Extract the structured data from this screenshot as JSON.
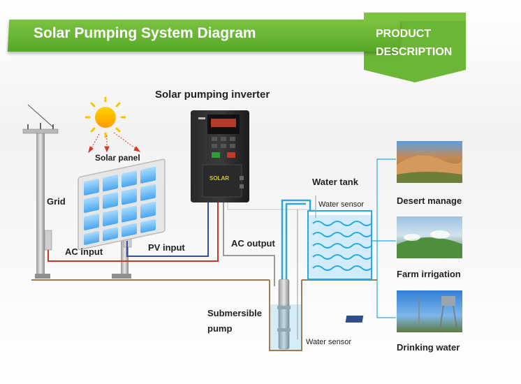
{
  "header": {
    "title": "Solar Pumping System Diagram",
    "tag_line1": "PRODUCT",
    "tag_line2": "DESCRIPTION"
  },
  "inverter": {
    "title": "Solar pumping inverter",
    "brand": "SOLAR"
  },
  "labels": {
    "solar_panel": "Solar panel",
    "grid": "Grid",
    "ac_input": "AC input",
    "pv_input": "PV input",
    "ac_output": "AC output",
    "water_tank": "Water tank",
    "water_sensor_top": "Water sensor",
    "water_sensor_bottom": "Water sensor",
    "submersible_line1": "Submersible",
    "submersible_line2": "pump"
  },
  "applications": [
    {
      "label": "Desert manage",
      "icon": "desert-photo"
    },
    {
      "label": "Farm irrigation",
      "icon": "irrigation-photo"
    },
    {
      "label": "Drinking water",
      "icon": "water-tower-photo"
    }
  ],
  "colors": {
    "banner_green": "#6bb636",
    "ac_line": "#c0392b",
    "dc_line": "#2c4fa8",
    "water_blue": "#29a9e1",
    "ground": "#a07a55"
  }
}
